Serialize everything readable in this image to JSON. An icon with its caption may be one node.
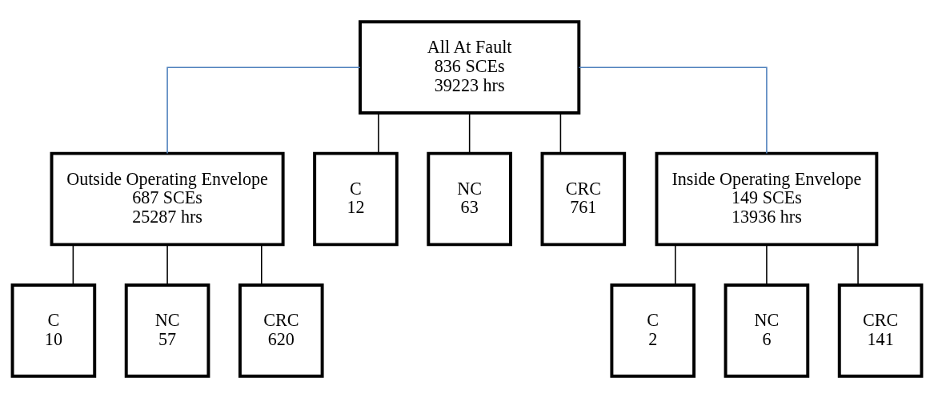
{
  "diagram": {
    "nodes": [
      {
        "text": [
          "All At Fault",
          "836 SCEs",
          "39223 hrs"
        ]
      },
      {
        "text": [
          "Outside Operating Envelope",
          "687 SCEs",
          "25287 hrs"
        ]
      },
      {
        "text": [
          "C",
          "12"
        ]
      },
      {
        "text": [
          "NC",
          "63"
        ]
      },
      {
        "text": [
          "CRC",
          "761"
        ]
      },
      {
        "text": [
          "Inside Operating Envelope",
          "149 SCEs",
          "13936 hrs"
        ]
      },
      {
        "text": [
          "C",
          "10"
        ]
      },
      {
        "text": [
          "NC",
          "57"
        ]
      },
      {
        "text": [
          "CRC",
          "620"
        ]
      },
      {
        "text": [
          "C",
          "2"
        ]
      },
      {
        "text": [
          "NC",
          "6"
        ]
      },
      {
        "text": [
          "CRC",
          "141"
        ]
      }
    ],
    "edges": [
      {
        "from": 0,
        "to": 1,
        "arrow": "none",
        "color": "#4f81bd"
      },
      {
        "from": 0,
        "to": 2,
        "arrow": "none"
      },
      {
        "from": 0,
        "to": 3,
        "arrow": "none"
      },
      {
        "from": 0,
        "to": 4,
        "arrow": "none"
      },
      {
        "from": 0,
        "to": 5,
        "arrow": "none",
        "color": "#4f81bd"
      },
      {
        "from": 1,
        "to": 6,
        "arrow": "none"
      },
      {
        "from": 1,
        "to": 7,
        "arrow": "none"
      },
      {
        "from": 1,
        "to": 8,
        "arrow": "none"
      },
      {
        "from": 5,
        "to": 9,
        "arrow": "none"
      },
      {
        "from": 5,
        "to": 10,
        "arrow": "none"
      },
      {
        "from": 5,
        "to": 11,
        "arrow": "none"
      }
    ]
  }
}
